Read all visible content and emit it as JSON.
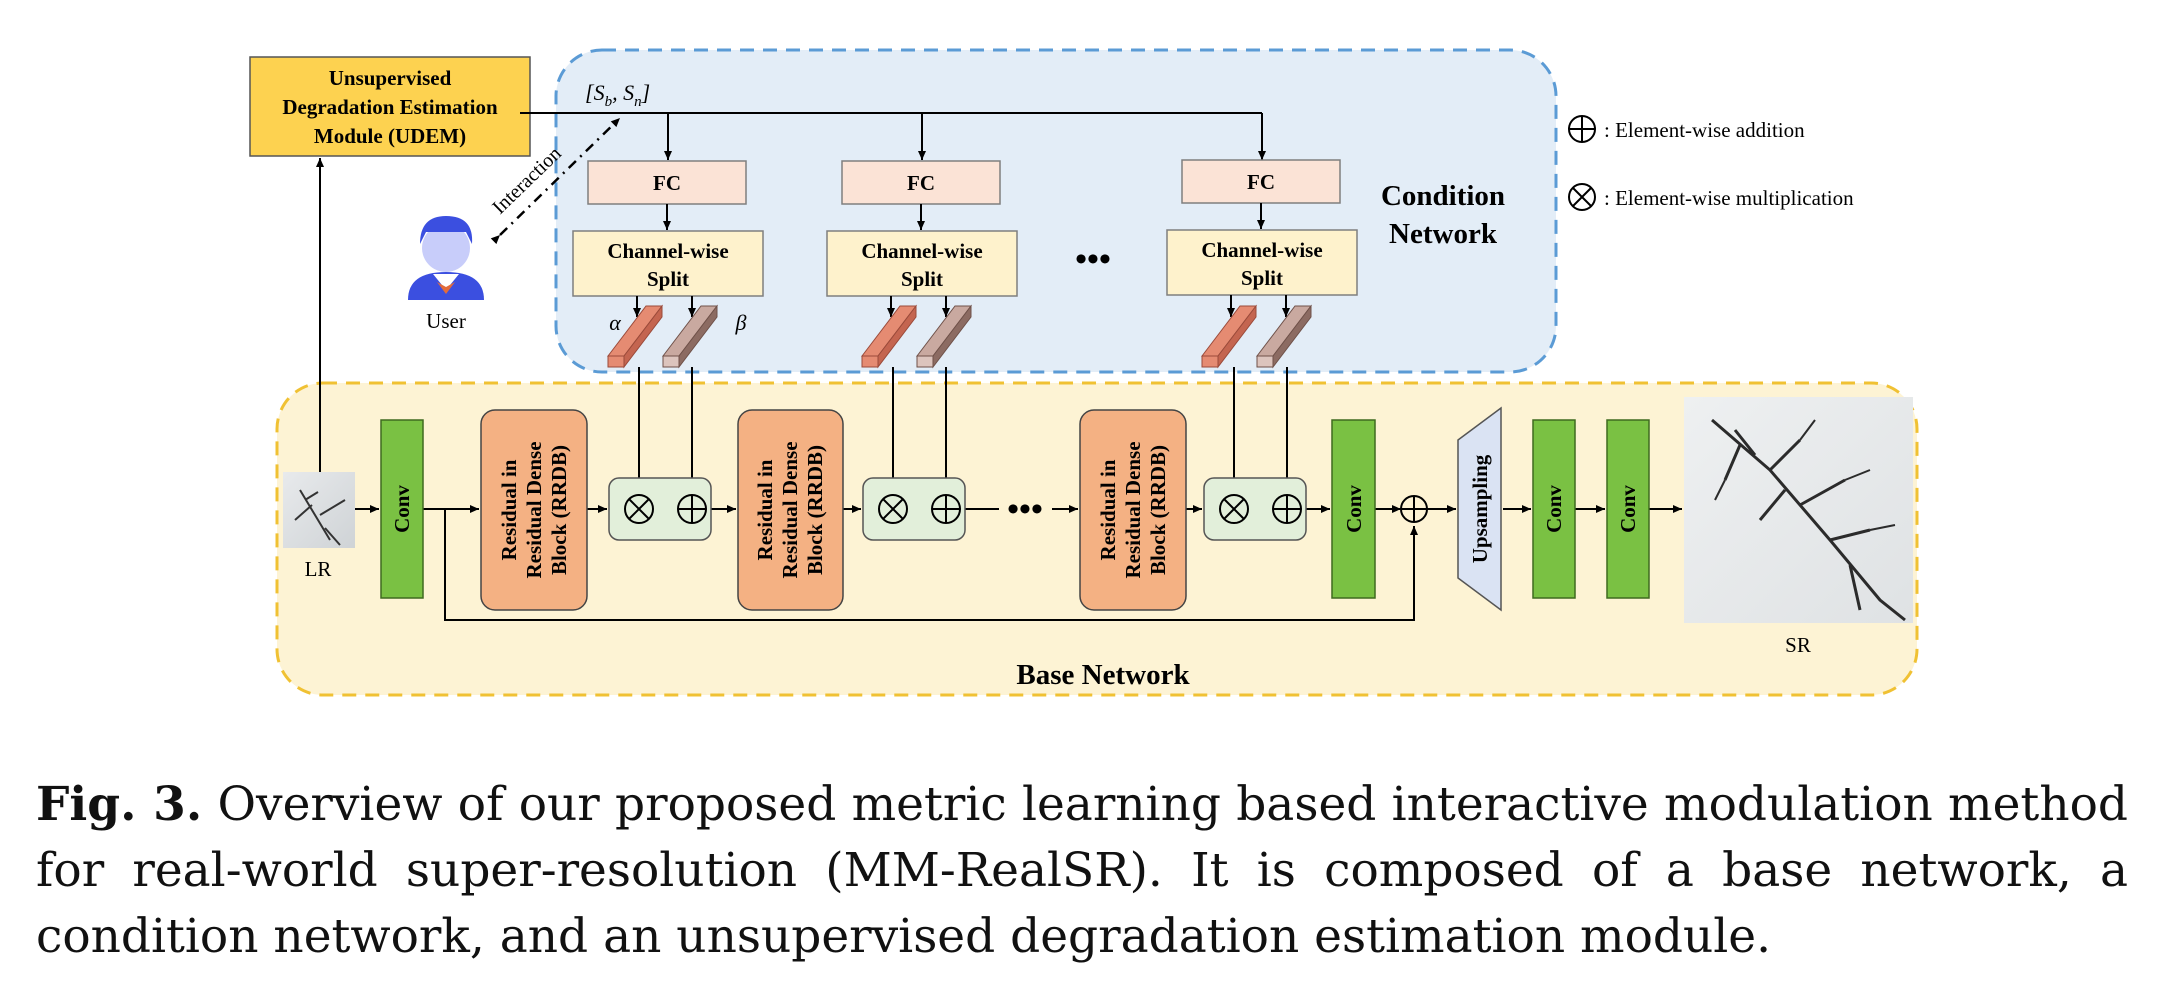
{
  "udem": {
    "line1": "Unsupervised",
    "line2": "Degradation Estimation",
    "line3": "Module (UDEM)"
  },
  "condition_vector": {
    "label": "[S_b, S_n]",
    "s": "S",
    "b": "b",
    "n": "n"
  },
  "interaction_label": "Interaction",
  "user_label": "User",
  "fc_label": "FC",
  "split_line1": "Channel-wise",
  "split_line2": "Split",
  "alpha": "α",
  "beta": "β",
  "ellipsis": "•••",
  "condition_network": {
    "line1": "Condition",
    "line2": "Network"
  },
  "legend": {
    "add_symbol": "⊕",
    "add_text": ": Element-wise addition",
    "mul_symbol": "⊗",
    "mul_text": ": Element-wise multiplication"
  },
  "base_network_label": "Base Network",
  "lr_label": "LR",
  "sr_label": "SR",
  "conv_label": "Conv",
  "rrdb": {
    "line1": "Residual in",
    "line2": "Residual Dense",
    "line3": "Block (RRDB)"
  },
  "upsampling_label": "Upsampling",
  "op_mul": "⊗",
  "op_add": "⊕",
  "caption": {
    "fig": "Fig. 3.",
    "text": "Overview of our proposed metric learning based interactive modulation method for real-world super-resolution (MM-RealSR). It is composed of a base network, a condition network, and an unsupervised degradation estimation module."
  },
  "colors": {
    "condition_bg": "#e3edf7",
    "condition_border": "#5b9bd5",
    "base_bg": "#fdf3d4",
    "base_border": "#f0c133",
    "udem": "#fdd250",
    "fc": "#fbe3d6",
    "split": "#fef2cc",
    "conv": "#7ac143",
    "rrdb": "#f4b183",
    "op": "#e2efda",
    "upsampling": "#dae3f3"
  }
}
